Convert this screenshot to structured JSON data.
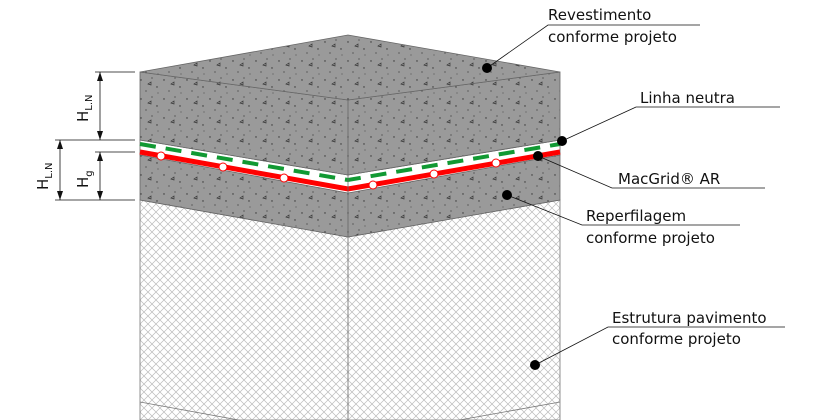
{
  "labels": {
    "revestimento": [
      "Revestimento",
      "conforme projeto"
    ],
    "linha_neutra": "Linha neutra",
    "macgrid": "MacGrid® AR",
    "reperfilagem": [
      "Reperfilagem",
      "conforme projeto"
    ],
    "estrutura": [
      "Estrutura pavimento",
      "conforme projeto"
    ]
  },
  "dimensions": {
    "hln_top": {
      "main": "H",
      "sub": "L.N"
    },
    "hln_bottom": {
      "main": "H",
      "sub": "L.N"
    },
    "hg": {
      "main": "H",
      "sub": "g"
    }
  },
  "colors": {
    "asphalt": "#9a9a9a",
    "grid_red": "#ff0000",
    "neutral_green": "#119933"
  }
}
